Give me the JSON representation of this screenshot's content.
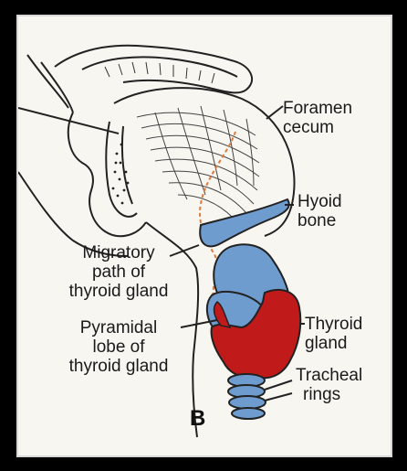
{
  "labels": {
    "foramen_cecum_1": "Foramen",
    "foramen_cecum_2": "cecum",
    "hyoid_bone_1": "Hyoid",
    "hyoid_bone_2": "bone",
    "migratory_1": "Migratory",
    "migratory_2": "path of",
    "migratory_3": "thyroid gland",
    "thyroid_gland_1": "Thyroid",
    "thyroid_gland_2": "gland",
    "pyramidal_1": "Pyramidal",
    "pyramidal_2": "lobe of",
    "pyramidal_3": "thyroid gland",
    "tracheal_1": "Tracheal",
    "tracheal_2": "rings",
    "panel_letter": "B"
  },
  "colors": {
    "background": "#f8f6f1",
    "cartilage_blue": "#6f9ccf",
    "thyroid_red": "#c01a1a",
    "migratory_path": "#e07a3c",
    "line": "#222222"
  }
}
